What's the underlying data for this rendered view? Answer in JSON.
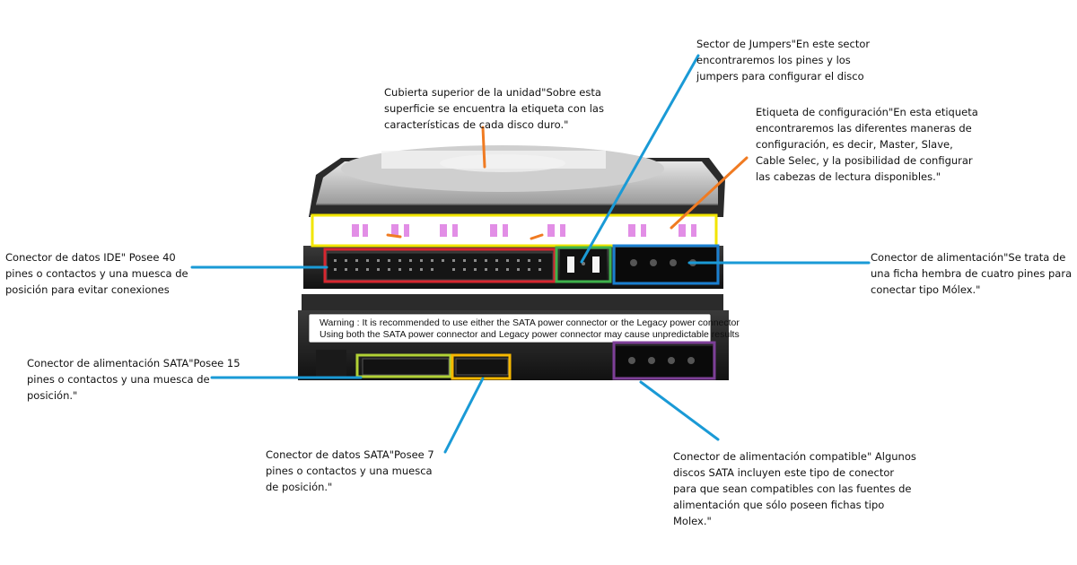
{
  "annotations": {
    "cover": "Cubierta superior de la unidad\"Sobre esta superficie se encuentra la etiqueta con las características de cada disco duro.\"",
    "jumpers": "Sector de Jumpers\"En este sector encontraremos los pines y los jumpers para configurar el disco",
    "config_label": "Etiqueta de configuración\"En esta etiqueta encontraremos las diferentes maneras de configuración, es decir, Master, Slave, Cable Selec, y la posibilidad de configurar las cabezas de lectura disponibles.\"",
    "ide": "Conector de datos IDE\" Posee 40 pines o contactos y una muesca de posición para evitar conexiones",
    "power": "Conector de alimentación\"Se trata de una ficha hembra de cuatro pines para conectar tipo Mólex.\"",
    "sata_power": "Conector de alimentación SATA\"Posee 15 pines o contactos y una muesca de posición.\"",
    "sata_data": "Conector de datos SATA\"Posee 7 pines o contactos y una muesca de posición.\"",
    "compat_power": "Conector de alimentación compatible\" Algunos discos SATA incluyen este tipo de conector para que sean compatibles con las fuentes de alimentación que sólo poseen fichas tipo Molex.\""
  },
  "warning_label": {
    "line1": "Warning : It is recommended to use either the SATA power connector or the Legacy power connector",
    "line2": "Using both the SATA power connector and Legacy power connector may cause unpredictable results"
  },
  "colors": {
    "leader_blue": "#1a9ad6",
    "leader_orange": "#f07b22",
    "box_yellow": "#f2e500",
    "box_red": "#d7262f",
    "box_green": "#3fb24c",
    "box_blue": "#1a7fd0",
    "box_lime": "#b2d235",
    "box_gold": "#f6b800",
    "box_purple": "#7d3f98"
  }
}
